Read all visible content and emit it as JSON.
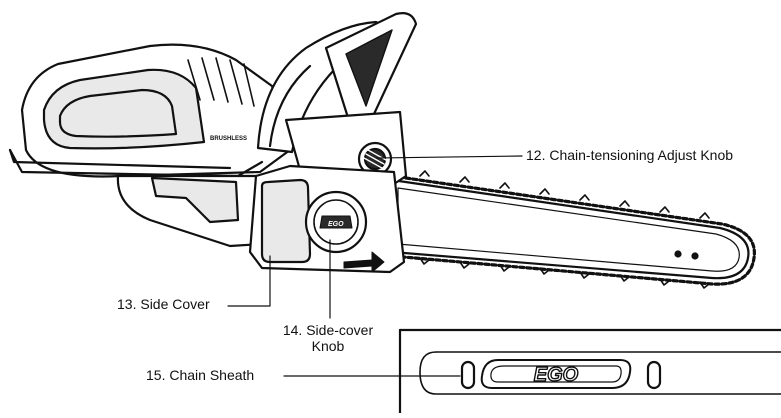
{
  "callouts": {
    "chain_tensioning_knob": "12. Chain-tensioning Adjust Knob",
    "side_cover": "13. Side Cover",
    "side_cover_knob_line1": "14. Side-cover",
    "side_cover_knob_line2": "Knob",
    "chain_sheath": "15. Chain Sheath"
  },
  "brand": {
    "logo_text": "EGO",
    "motor_text": "BRUSHLESS"
  },
  "colors": {
    "ink": "#111111",
    "body_fill": "#ffffff",
    "shade": "#e9e9e9",
    "dark": "#2a2a2a"
  }
}
